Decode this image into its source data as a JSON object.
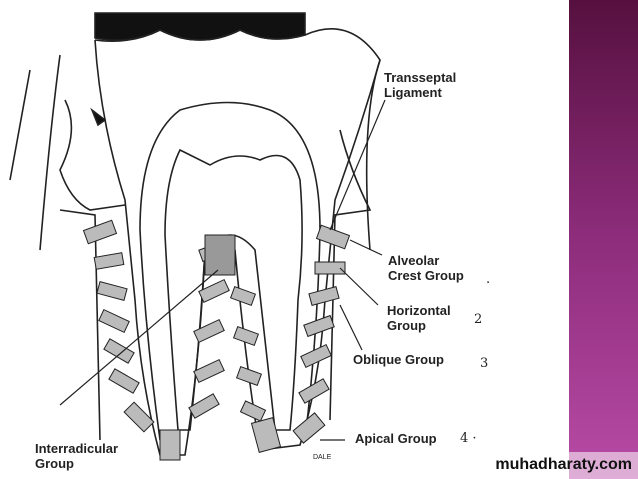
{
  "labels": {
    "transseptal": [
      "Transseptal",
      "Ligament"
    ],
    "alveolar_crest": [
      "Alveolar",
      "Crest Group"
    ],
    "horizontal": [
      "Horizontal",
      "Group"
    ],
    "oblique": "Oblique Group",
    "apical": "Apical Group",
    "interradicular": [
      "Interradicular",
      "Group"
    ],
    "artist": "DALE"
  },
  "handwritten": {
    "n1": ".",
    "n2": "2",
    "n3": "3",
    "n4": "4 ·"
  },
  "watermark": "muhadharaty.com",
  "colors": {
    "sidebar_top": "#56103f",
    "sidebar_bottom": "#b84ba6"
  }
}
